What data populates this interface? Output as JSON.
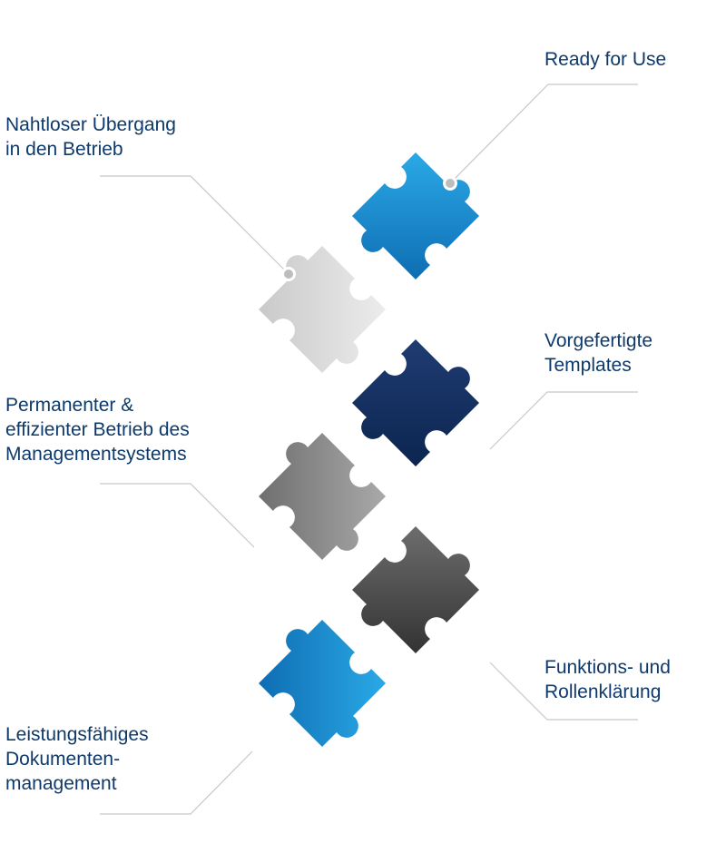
{
  "colors": {
    "label_text": "#0e3a6b",
    "leader_line": "#c8c8c8",
    "leader_dot": "#bdbdbd",
    "blue": [
      "#2aa9e6",
      "#0e6db3"
    ],
    "navy": [
      "#1f3c72",
      "#0c2550"
    ],
    "light_gray": [
      "#ececec",
      "#c9c9c9"
    ],
    "mid_gray": [
      "#a9a9a9",
      "#6f6f6f"
    ],
    "dark_gray": [
      "#6d6d6d",
      "#333333"
    ]
  },
  "puzzle_pieces": [
    {
      "name": "piece-blue-top",
      "color": "blue"
    },
    {
      "name": "piece-light-gray",
      "color": "light_gray"
    },
    {
      "name": "piece-navy",
      "color": "navy"
    },
    {
      "name": "piece-mid-gray",
      "color": "mid_gray"
    },
    {
      "name": "piece-dark-gray",
      "color": "dark_gray"
    },
    {
      "name": "piece-blue-bottom",
      "color": "blue"
    }
  ],
  "labels": {
    "ready": "Ready for Use",
    "nahtlos": [
      "Nahtloser Übergang",
      "in den Betrieb"
    ],
    "vorgefertigt": [
      "Vorgefertigte",
      "Templates"
    ],
    "permanent": [
      "Permanenter &",
      "effizienter Betrieb des",
      "Managementsystems"
    ],
    "funktion": [
      "Funktions- und",
      "Rollenklärung"
    ],
    "leistung": [
      "Leistungsfähiges",
      "Dokumenten-",
      "management"
    ]
  }
}
